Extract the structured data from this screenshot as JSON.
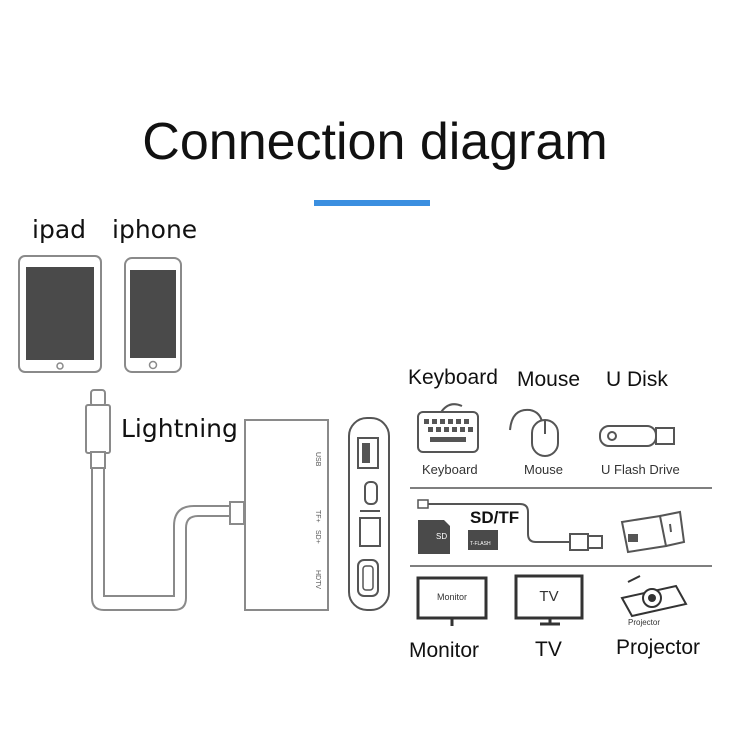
{
  "title": "Connection diagram",
  "devices": {
    "ipad": "ipad",
    "iphone": "iphone"
  },
  "cable": {
    "label": "Lightning"
  },
  "hub_ports": [
    "USB",
    "TF+",
    "SD+",
    "HDTV"
  ],
  "peripherals": {
    "row1": [
      {
        "caption": "Keyboard",
        "sub": "Keyboard",
        "icon": "keyboard-icon"
      },
      {
        "caption": "Mouse",
        "sub": "Mouse",
        "icon": "mouse-icon"
      },
      {
        "caption": "U Disk",
        "sub": "U Flash Drive",
        "icon": "usb-flash-drive-icon"
      }
    ],
    "row2": {
      "label": "SD/TF",
      "sd_card_text": "SD",
      "tf_card_text": "T-FLASH",
      "icons": [
        "sd-card-icon",
        "tf-card-icon",
        "usb-cable-icon",
        "power-adapter-icon"
      ]
    },
    "row3": [
      {
        "caption": "Monitor",
        "screen_text": "Monitor",
        "icon": "monitor-icon"
      },
      {
        "caption": "TV",
        "screen_text": "TV",
        "icon": "tv-icon"
      },
      {
        "caption": "Projector",
        "screen_text": "Projector",
        "icon": "projector-icon"
      }
    ]
  },
  "colors": {
    "accent": "#3b8fe0",
    "outline": "#8a8a8a",
    "screen": "#4a4a4a"
  }
}
